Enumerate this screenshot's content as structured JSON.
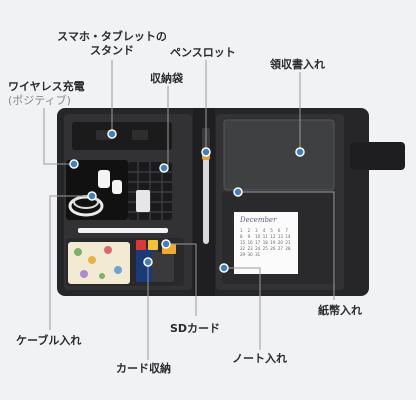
{
  "labels": {
    "stand_line1": "スマホ・タブレットの",
    "stand_line2": "スタンド",
    "pen_slot": "ペンスロット",
    "receipt": "領収書入れ",
    "wireless_line1": "ワイヤレス充電",
    "wireless_line2": "(ポジティブ)",
    "storage_bag": "収納袋",
    "cable": "ケーブル入れ",
    "sd_card": "SDカード",
    "bill": "紙幣入れ",
    "note": "ノート入れ",
    "card": "カード収納"
  },
  "calendar": {
    "month": "December",
    "days": [
      "1",
      "2",
      "3",
      "4",
      "5",
      "6",
      "7",
      "8",
      "9",
      "10",
      "11",
      "12",
      "13",
      "14",
      "15",
      "16",
      "17",
      "18",
      "19",
      "20",
      "21",
      "22",
      "23",
      "24",
      "25",
      "26",
      "27",
      "28",
      "29",
      "30",
      "31"
    ]
  },
  "colors": {
    "accent": "#3f7fbf",
    "case": "#2b2b2d",
    "leader": "#9a9a9a"
  }
}
